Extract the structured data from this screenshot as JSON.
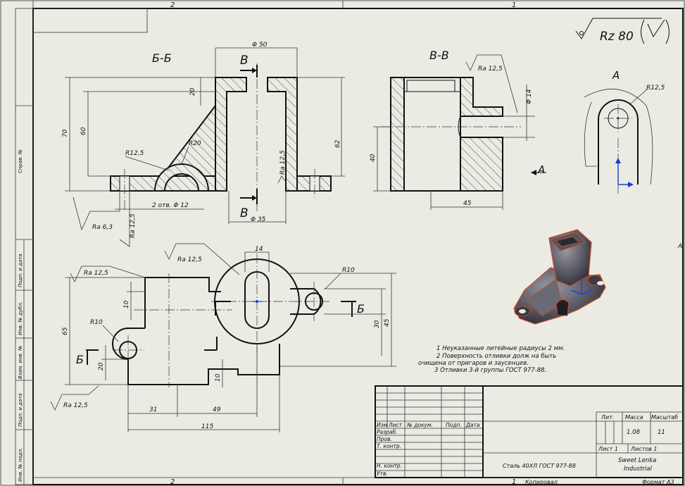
{
  "frame": {
    "zones_top": [
      "2",
      "1"
    ],
    "zones_bottom": [
      "2",
      "1"
    ],
    "zone_right": "A",
    "side_labels": [
      "Справ. №",
      "Подп. и дата",
      "Инв. № дубл.",
      "Взам. инв. №",
      "Подп. и дата",
      "Инв. № подл."
    ]
  },
  "roughness": {
    "general": "Rz 80"
  },
  "sections": {
    "bb": {
      "title": "Б-Б",
      "dims": [
        "Φ 50",
        "Φ 35",
        "70",
        "60",
        "20",
        "62",
        "R12,5",
        "R20",
        "2 отв. Φ 12",
        "Ra 12,5",
        "Ra 6,3",
        "Ra 12,5"
      ],
      "marks": [
        "В",
        "В"
      ]
    },
    "vv": {
      "title": "В-В",
      "dims": [
        "Ra 12,5",
        "Φ 14",
        "40",
        "45"
      ],
      "view_arrow": "A"
    },
    "view_a": {
      "title": "A",
      "dim": "R12,5"
    },
    "plan": {
      "dims": [
        "14",
        "Ra 12,5",
        "Ra 12,5",
        "R10",
        "R10",
        "10",
        "65",
        "30",
        "45",
        "20",
        "10",
        "31",
        "49",
        "115",
        "Ra 12,5"
      ],
      "marks": [
        "Б",
        "Б"
      ]
    }
  },
  "notes": [
    "1 Неуказанные литейные радиусы 2 мм.",
    "2 Поверхность отливки долж на быть",
    "очищена от пригаров и заусенцев.",
    "3 Отливки 3-й группы ГОСТ 977-88."
  ],
  "title_block": {
    "col_headers": [
      "Изм",
      "Лист",
      "№ докум.",
      "Подп.",
      "Дата"
    ],
    "row_labels": [
      "Разраб.",
      "Пров.",
      "Т. контр.",
      "Н. контр.",
      "Утв."
    ],
    "headers": [
      "Лит.",
      "Масса",
      "Масштаб"
    ],
    "mass": "1.08",
    "scale": "11",
    "sheet": "Лист 1",
    "sheets": "Листов 1",
    "material": "Сталь 40ХЛ ГОСТ 977-88",
    "company": [
      "Sweet Lenka",
      "Industrial"
    ]
  },
  "footer": {
    "copied": "Копировал",
    "format": "Формат А3"
  }
}
